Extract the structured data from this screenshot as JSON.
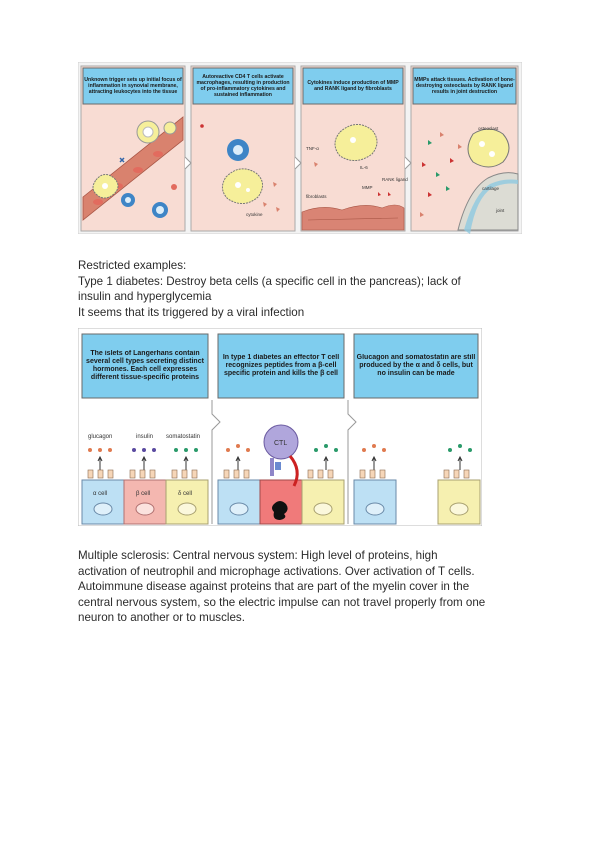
{
  "figure1": {
    "panels": [
      {
        "caption": "Unknown trigger sets up initial focus of inflammation in synovial membrane, attracting leukocytes into the tissue"
      },
      {
        "caption": "Autoreactive CD4 T cells activate macrophages, resulting in production of pro-inflammatory cytokines and sustained inflammation"
      },
      {
        "caption": "Cytokines induce production of MMP and RANK ligand by fibroblasts"
      },
      {
        "caption": "MMPs attack tissues. Activation of bone-destroying osteoclasts by RANK ligand results in joint destruction"
      }
    ],
    "labels": {
      "cytokine": "cytokine",
      "tnf": "TNF-α",
      "il6": "IL-6",
      "mmp": "MMP",
      "rank": "RANK ligand",
      "fibroblasts": "fibroblasts",
      "osteoclast": "osteoclast",
      "cartilage": "cartilage",
      "joint": "joint"
    }
  },
  "text1": {
    "lines": [
      "Restricted examples:",
      "Type 1 diabetes: Destroy beta cells (a specific cell in the pancreas); lack of",
      "insulin and hyperglycemia",
      "It seems that its triggered by a viral infection"
    ]
  },
  "figure2": {
    "panels": [
      {
        "caption": "The islets of Langerhans contain several cell types secreting distinct hormones. Each cell expresses different tissue-specific proteins"
      },
      {
        "caption": "In type 1 diabetes an effector T cell recognizes peptides from a β-cell specific protein and kills the β cell"
      },
      {
        "caption": "Glucagon and somatostatin are still produced by the α and δ cells, but no insulin can be made"
      }
    ],
    "labels": {
      "glucagon": "glucagon",
      "insulin": "insulin",
      "somatostatin": "somatostatin",
      "alpha_cell": "α cell",
      "beta_cell": "β cell",
      "delta_cell": "δ cell",
      "ctl": "CTL"
    },
    "colors": {
      "glucagon": "#e07a4f",
      "insulin": "#5a4aa0",
      "somatostatin": "#2a9a6a"
    }
  },
  "text2": {
    "lines": [
      "Multiple sclerosis: Central nervous system: High level of proteins, high",
      "activation of neutrophil and microphage activations. Over activation of T cells.",
      "Autoimmune disease against proteins that are part of the myelin cover in the",
      "central nervous system, so the electric impulse can not travel properly from one",
      "neuron to another or to muscles."
    ]
  }
}
